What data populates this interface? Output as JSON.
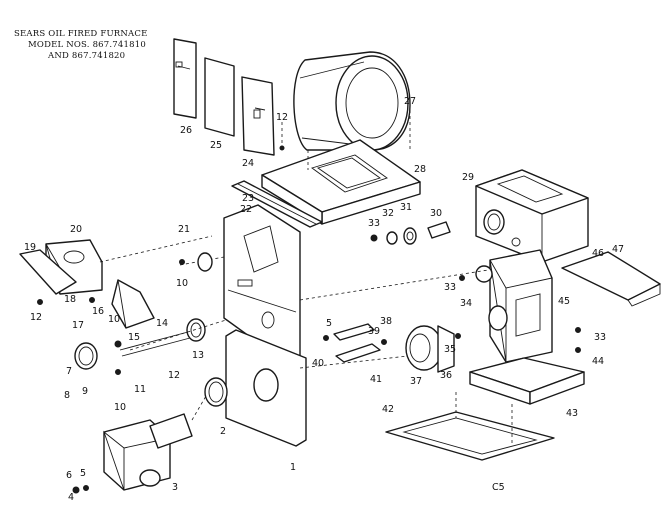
{
  "title": {
    "line1": "SEARS OIL FIRED FURNACE",
    "line2": "MODEL NOS. 867.741810",
    "line3": "AND 867.741820"
  },
  "code": "C5",
  "part_numbers": [
    "1",
    "2",
    "3",
    "4",
    "5",
    "6",
    "7",
    "8",
    "9",
    "10",
    "11",
    "12",
    "13",
    "14",
    "15",
    "16",
    "17",
    "18",
    "19",
    "20",
    "21",
    "22",
    "23",
    "24",
    "25",
    "26",
    "27",
    "28",
    "29",
    "30",
    "31",
    "32",
    "33",
    "34",
    "35",
    "36",
    "37",
    "38",
    "39",
    "40",
    "41",
    "42",
    "43",
    "44",
    "45",
    "46",
    "47"
  ]
}
